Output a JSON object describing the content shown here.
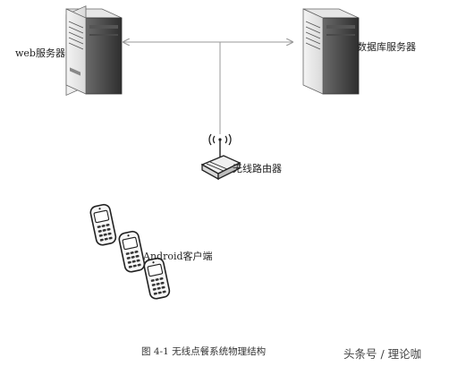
{
  "nodes": {
    "web_server": {
      "label": "web服务器",
      "icon": "server-icon"
    },
    "db_server": {
      "label": "数据库服务器",
      "icon": "server-icon"
    },
    "router": {
      "label": "无线路由器",
      "icon": "wireless-router-icon"
    },
    "clients": {
      "label": "Android客户端",
      "icon": "mobile-phone-icon",
      "count": 3
    }
  },
  "caption": "图 4-1 无线点餐系统物理结构",
  "watermark": "头条号 / 理论咖",
  "colors": {
    "link_line": "#9a9a9a",
    "server_dark": "#3a3a3a",
    "device_outline": "#222222"
  }
}
